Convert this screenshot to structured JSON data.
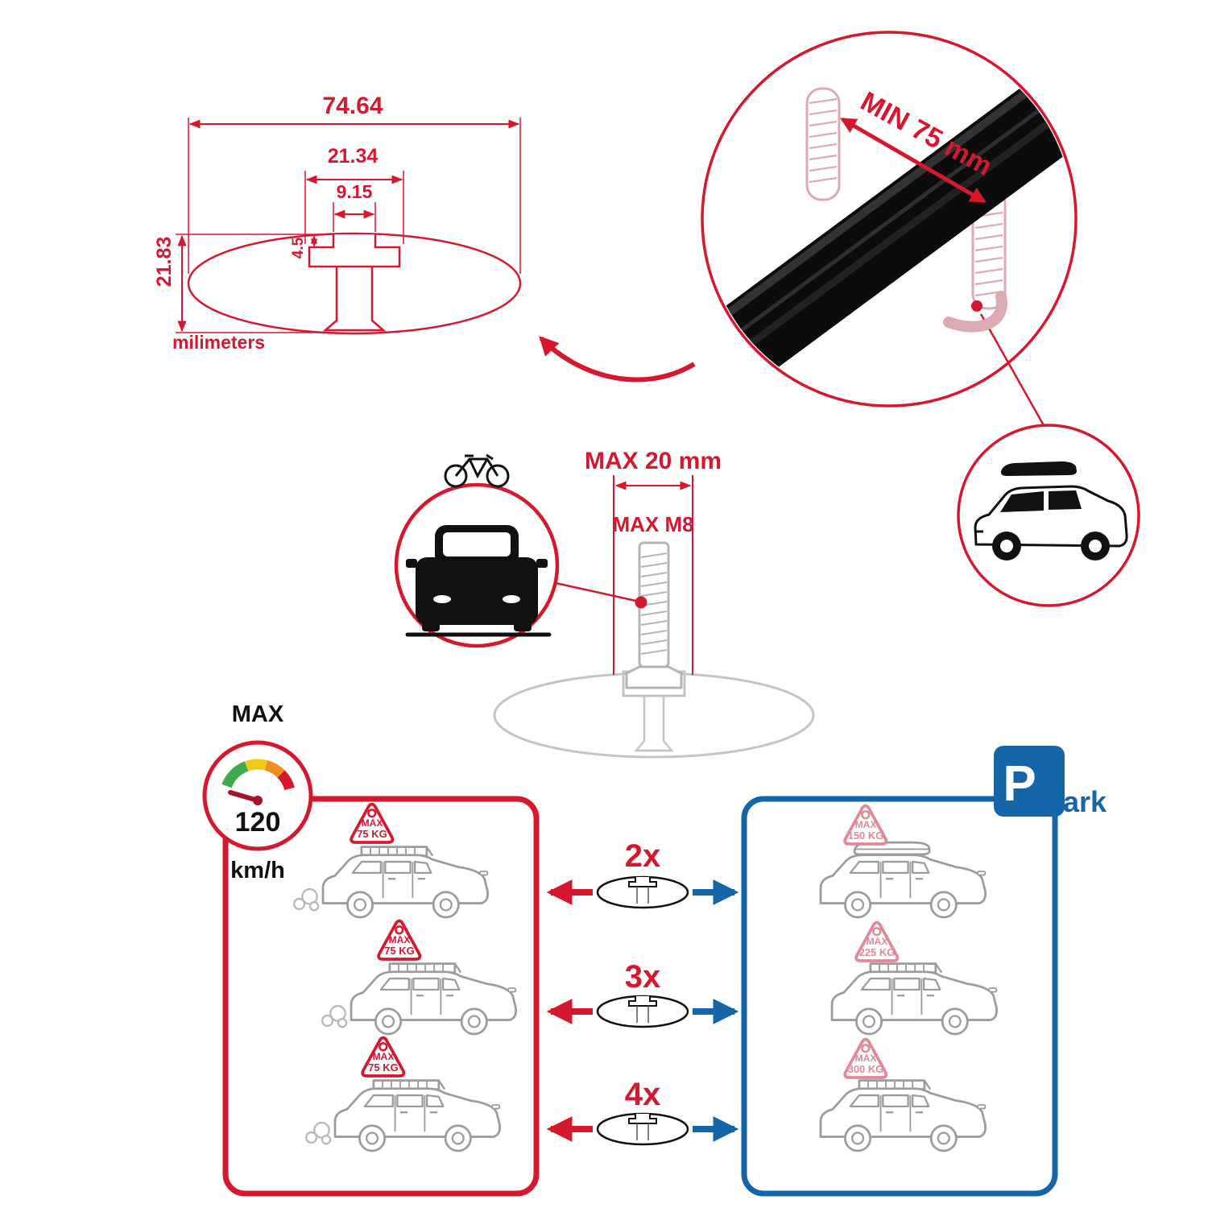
{
  "colors": {
    "red": "#d6182f",
    "blue": "#1566a8",
    "pink": "#e08997",
    "ghost_pink": "#dcaab2",
    "gray_outline": "#9c9c9c",
    "light_gray": "#c4c4c4",
    "black": "#111111",
    "gauge_green": "#3faa4c",
    "gauge_yellow": "#f2c918",
    "gauge_orange": "#ef8f1f",
    "gauge_red": "#d6182f"
  },
  "cross_section": {
    "total_width": "74.64",
    "channel_width": "21.34",
    "slot_width": "9.15",
    "lip_depth": "4.5",
    "height": "21.83",
    "units_label": "milimeters"
  },
  "crossbar_detail": {
    "min_span_label": "MIN 75 mm"
  },
  "bolt": {
    "max_width_label": "MAX 20 mm",
    "max_thread_label": "MAX M8"
  },
  "speed_limit": {
    "label": "MAX",
    "value": "120",
    "unit": "km/h"
  },
  "park_sign": {
    "letter": "P",
    "suffix": "ark"
  },
  "capacity": {
    "rows": [
      {
        "bars": "2x",
        "moving_tag": {
          "label": "MAX",
          "value": "75 KG"
        },
        "parked_tag": {
          "label": "MAX",
          "value": "150 KG"
        }
      },
      {
        "bars": "3x",
        "moving_tag": {
          "label": "MAX",
          "value": "75 KG"
        },
        "parked_tag": {
          "label": "MAX",
          "value": "225 KG"
        }
      },
      {
        "bars": "4x",
        "moving_tag": {
          "label": "MAX",
          "value": "75 KG"
        },
        "parked_tag": {
          "label": "MAX",
          "value": "300 KG"
        }
      }
    ]
  }
}
